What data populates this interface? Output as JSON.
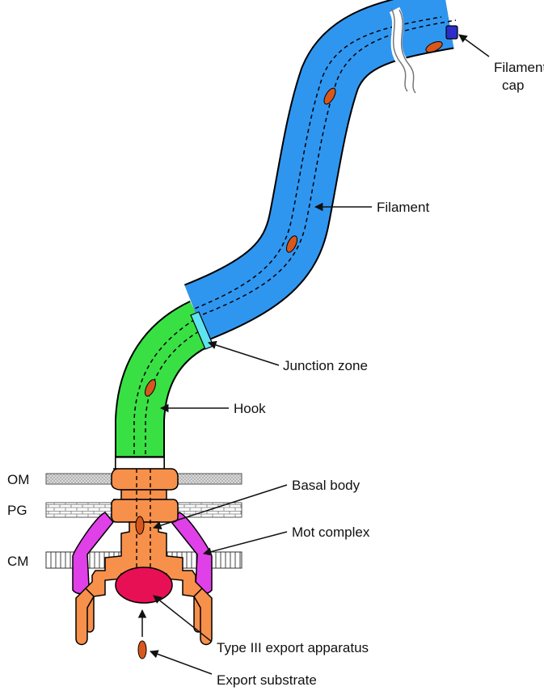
{
  "labels": {
    "filament_cap_line1": "Filament",
    "filament_cap_line2": "cap",
    "filament": "Filament",
    "junction_zone": "Junction zone",
    "hook": "Hook",
    "basal_body": "Basal body",
    "mot_complex": "Mot complex",
    "type3": "Type III export apparatus",
    "export_substrate": "Export substrate",
    "om": "OM",
    "pg": "PG",
    "cm": "CM"
  },
  "colors": {
    "filament": "#2F96F0",
    "junction": "#5FE3EE",
    "hook": "#39E043",
    "basal_body": "#F7904A",
    "mot_complex": "#E040E8",
    "export_apparatus": "#E81055",
    "substrate": "#D8571B",
    "cap": "#2C2EC9",
    "membrane_om": "#BDBDBD"
  }
}
